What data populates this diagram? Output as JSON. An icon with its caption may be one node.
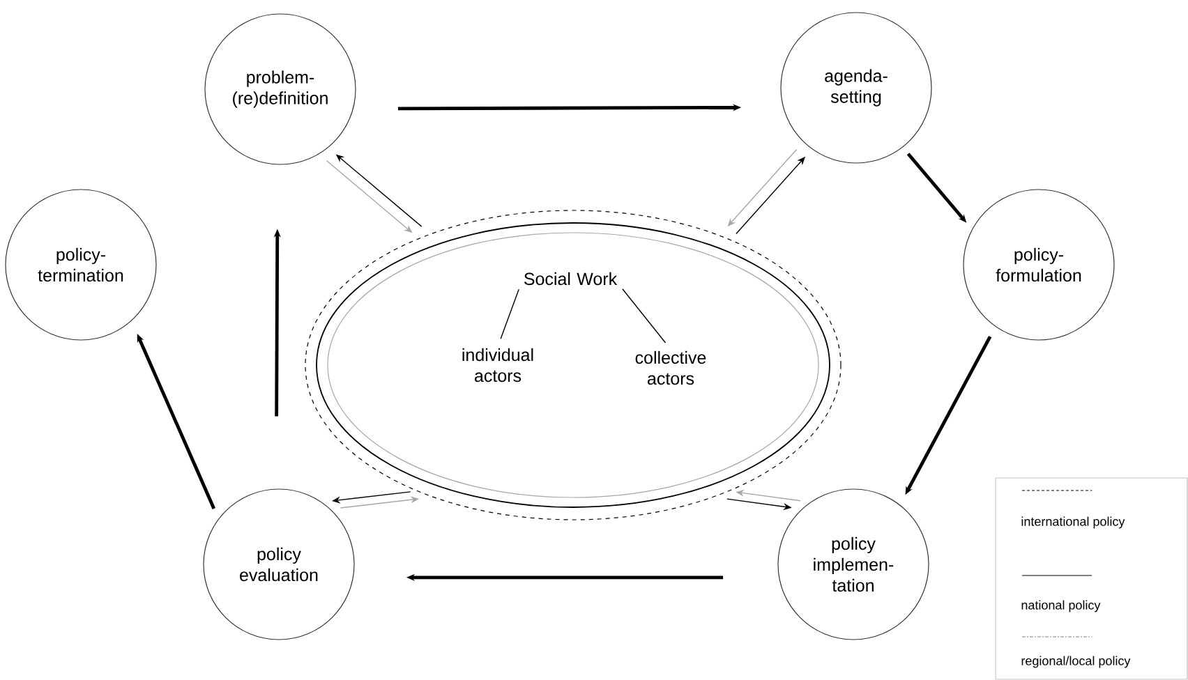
{
  "diagram": {
    "nodes": [
      {
        "text": [
          "problem- (re)definition"
        ]
      },
      {
        "text": [
          "agenda- setting"
        ]
      },
      {
        "text": [
          "policy- termination"
        ]
      },
      {
        "text": [],
        "shape": "ellipse"
      },
      {
        "text": [
          "Social Work"
        ],
        "in": 3
      },
      {
        "text": [
          "individual actors"
        ],
        "in": 3
      },
      {
        "text": [
          "collective actors"
        ],
        "in": 3
      },
      {
        "text": [
          "policy- formulation"
        ]
      },
      {
        "text": [
          "policy evaluation"
        ]
      },
      {
        "text": [
          "policy implemen- tation"
        ]
      }
    ],
    "edges": [
      {
        "from": 0,
        "to": 1,
        "arrow": "to",
        "style": "thick"
      },
      {
        "from": 1,
        "to": 7,
        "arrow": "to",
        "style": "thick"
      },
      {
        "from": 7,
        "to": 9,
        "arrow": "to",
        "style": "thick"
      },
      {
        "from": 9,
        "to": 8,
        "arrow": "to",
        "style": "thick"
      },
      {
        "from": 8,
        "to": 0,
        "arrow": "to",
        "style": "thick"
      },
      {
        "from": 8,
        "to": 2,
        "arrow": "to",
        "style": "thick"
      },
      {
        "from": 4,
        "to": 5,
        "arrow": "none"
      },
      {
        "from": 4,
        "to": 6,
        "arrow": "none"
      },
      {
        "from": 3,
        "to": 0,
        "arrow": "to"
      },
      {
        "from": 0,
        "to": 3,
        "arrow": "to",
        "color": "#a6a6a6"
      },
      {
        "from": 3,
        "to": 1,
        "arrow": "to"
      },
      {
        "from": 1,
        "to": 3,
        "arrow": "to",
        "color": "#a6a6a6"
      },
      {
        "from": 3,
        "to": 9,
        "arrow": "to"
      },
      {
        "from": 9,
        "to": 3,
        "arrow": "to",
        "color": "#a6a6a6"
      },
      {
        "from": 3,
        "to": 8,
        "arrow": "to"
      },
      {
        "from": 8,
        "to": 3,
        "arrow": "to",
        "color": "#a6a6a6"
      }
    ],
    "legend": [
      {
        "text": "international policy"
      },
      {
        "text": "national policy"
      },
      {
        "text": "regional/local policy"
      }
    ]
  }
}
